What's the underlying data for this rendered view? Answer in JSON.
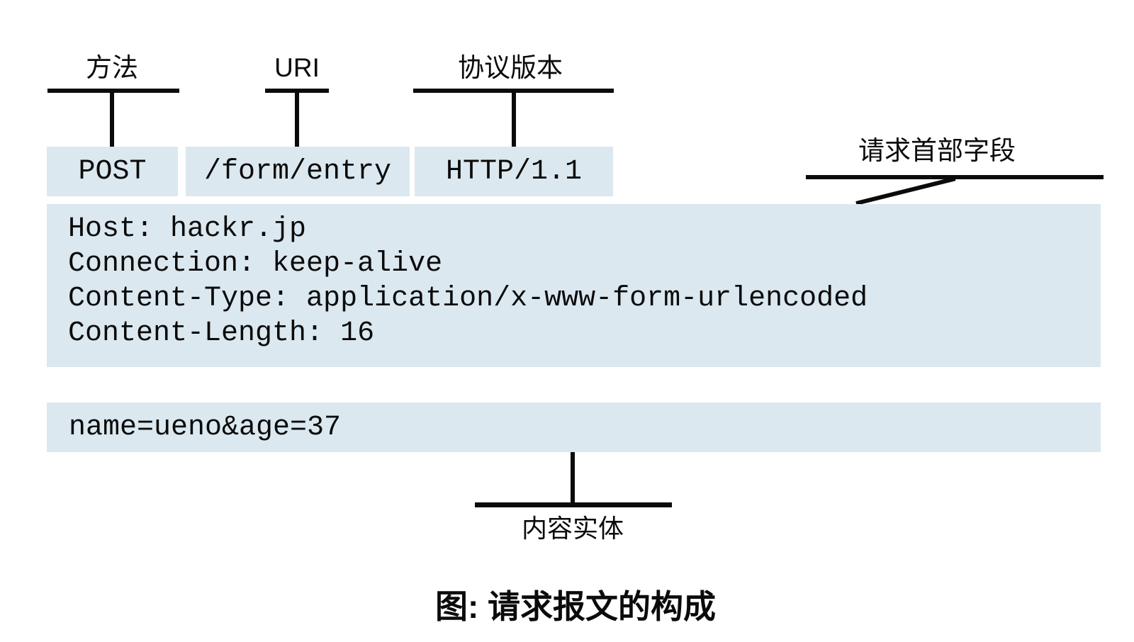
{
  "figure": {
    "request_line": {
      "labels": [
        "方法",
        "URI",
        "协议版本"
      ],
      "values": [
        "POST",
        "/form/entry",
        "HTTP/1.1"
      ]
    },
    "headers": {
      "label": "请求首部字段",
      "lines": [
        "Host: hackr.jp",
        "Connection: keep-alive",
        "Content-Type: application/x-www-form-urlencoded",
        "Content-Length: 16"
      ]
    },
    "entity": {
      "label": "内容实体",
      "content": "name=ueno&age=37"
    },
    "caption": "图: 请求报文的构成",
    "colors": {
      "box_fill": "#dbe8ef",
      "line": "#0b0b0b"
    }
  }
}
